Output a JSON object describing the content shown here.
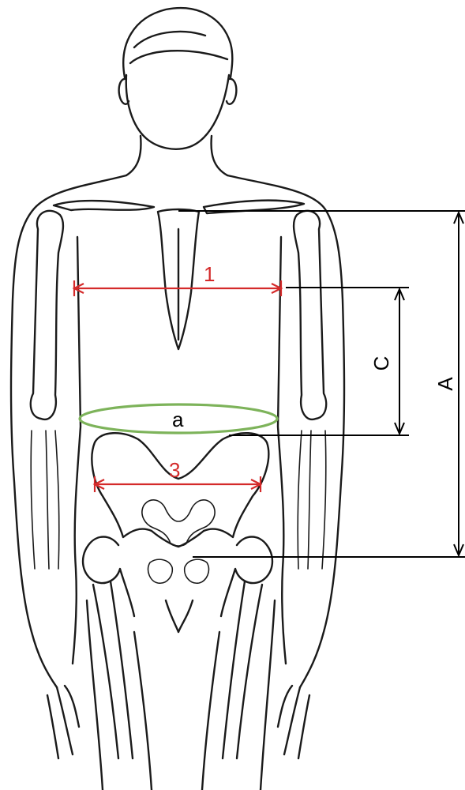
{
  "labels": {
    "chest_width": "1",
    "pelvis_width": "3",
    "waist": "a",
    "height_c": "C",
    "height_a": "A"
  },
  "colors": {
    "line": "#1a1a1a",
    "dimension": "#000000",
    "red_measure": "#d42a2a",
    "waist_ellipse": "#7db35a"
  }
}
